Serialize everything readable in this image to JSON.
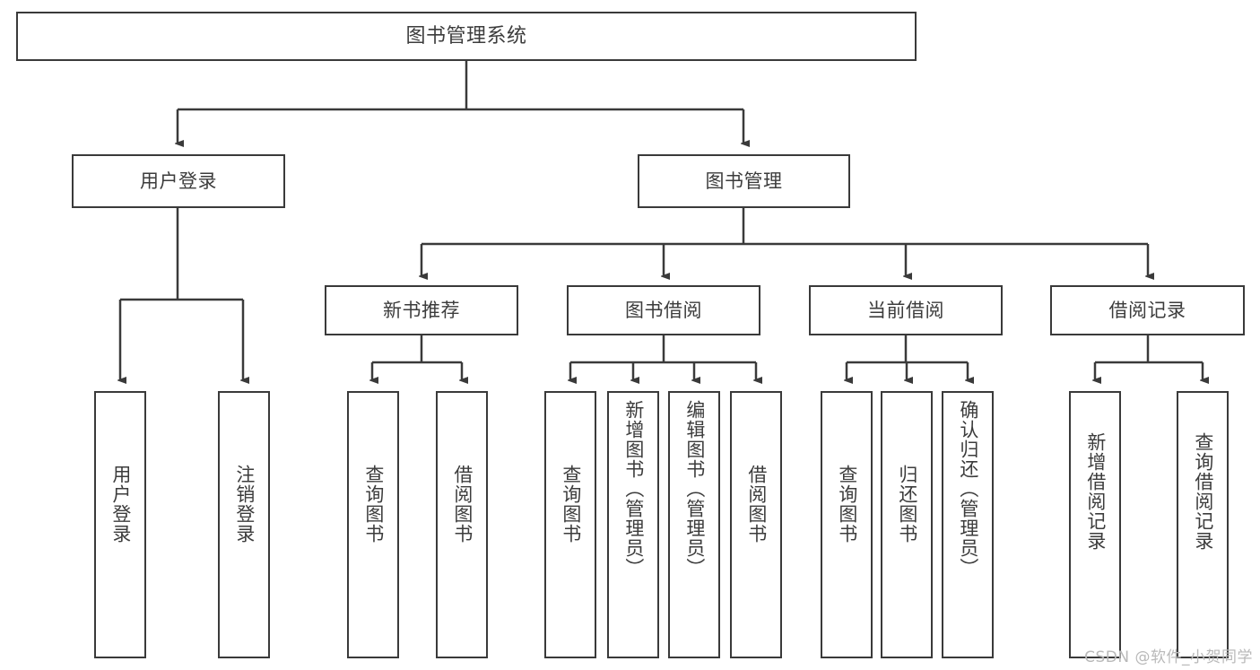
{
  "diagram": {
    "title": "图书管理系统",
    "type": "hierarchy-tree",
    "root": {
      "label": "图书管理系统"
    },
    "level2": [
      {
        "label": "用户登录"
      },
      {
        "label": "图书管理"
      }
    ],
    "level3": [
      {
        "label": "新书推荐"
      },
      {
        "label": "图书借阅"
      },
      {
        "label": "当前借阅"
      },
      {
        "label": "借阅记录"
      }
    ],
    "leaves": {
      "user_login": [
        {
          "label": "用户登录"
        },
        {
          "label": "注销登录"
        }
      ],
      "new_book_recommend": [
        {
          "label": "查询图书"
        },
        {
          "label": "借阅图书"
        }
      ],
      "book_borrow": [
        {
          "label": "查询图书"
        },
        {
          "label": "新增图书（管理员）"
        },
        {
          "label": "编辑图书（管理员）"
        },
        {
          "label": "借阅图书"
        }
      ],
      "current_borrow": [
        {
          "label": "查询图书"
        },
        {
          "label": "归还图书"
        },
        {
          "label": "确认归还（管理员）"
        }
      ],
      "borrow_record": [
        {
          "label": "新增借阅记录"
        },
        {
          "label": "查询借阅记录"
        }
      ]
    }
  },
  "watermark": {
    "text": "CSDN @软件_小贺同学"
  },
  "colors": {
    "stroke": "#3a3a3a",
    "text": "#3c3c3c",
    "background": "#ffffff",
    "watermark": "#b9b9b9"
  }
}
